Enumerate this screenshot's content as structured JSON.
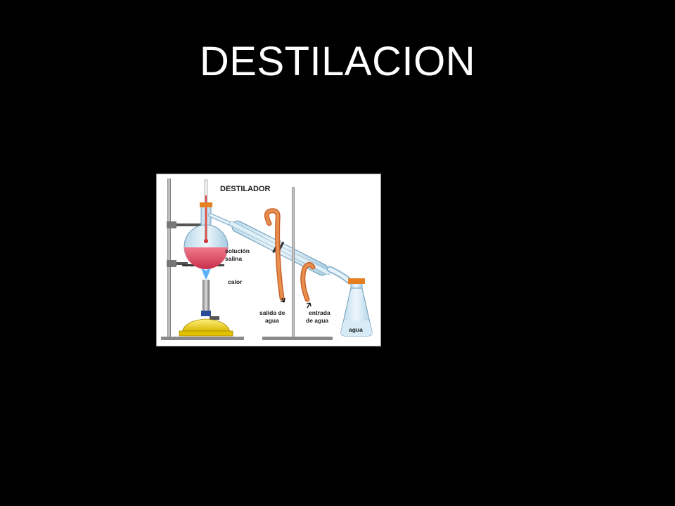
{
  "slide": {
    "title": "DESTILACION"
  },
  "diagram": {
    "title": "DESTILADOR",
    "labels": {
      "solucion_line1": "solución",
      "solucion_line2": "salina",
      "calor": "calor",
      "salida_line1": "salida de",
      "salida_line2": "agua",
      "entrada_line1": "entrada",
      "entrada_line2": "de agua",
      "agua": "agua"
    },
    "colors": {
      "background": "#000000",
      "title_text": "#ffffff",
      "liquid": "#e0506a",
      "hose": "#e27a3c",
      "flame": "#4aa8ff",
      "burner_base": "#f0d000",
      "glass": "#cfe6f2",
      "stopper": "#e67e22"
    }
  }
}
